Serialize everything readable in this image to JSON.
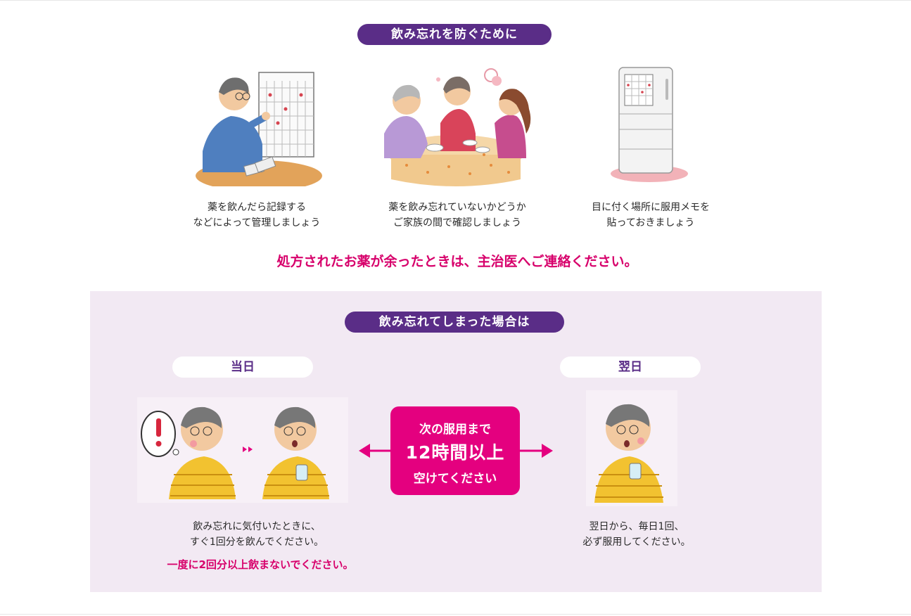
{
  "header": {
    "title": "飲み忘れを防ぐために"
  },
  "tips": [
    {
      "line1": "薬を飲んだら記録する",
      "line2": "などによって管理しましょう",
      "icon": "man-writing-calendar-illustration"
    },
    {
      "line1": "薬を飲み忘れていないかどうか",
      "line2": "ご家族の間で確認しましょう",
      "icon": "family-at-table-illustration"
    },
    {
      "line1": "目に付く場所に服用メモを",
      "line2": "貼っておきましょう",
      "icon": "refrigerator-memo-illustration"
    }
  ],
  "notice": "処方されたお薬が余ったときは、主治医へご連絡ください。",
  "missed": {
    "title": "飲み忘れてしまった場合は",
    "today_label": "当日",
    "next_label": "翌日",
    "center": {
      "line1": "次の服用まで",
      "line2": "12時間以上",
      "line3": "空けてください"
    },
    "today_text1": "飲み忘れに気付いたときに、",
    "today_text2": "すぐ1回分を飲んでください。",
    "warning": "一度に2回分以上飲まないでください。",
    "next_text1": "翌日から、毎日1回、",
    "next_text2": "必ず服用してください。"
  },
  "colors": {
    "purple": "#5a2d87",
    "magenta": "#e4007f",
    "panel": "#f2e9f3"
  }
}
